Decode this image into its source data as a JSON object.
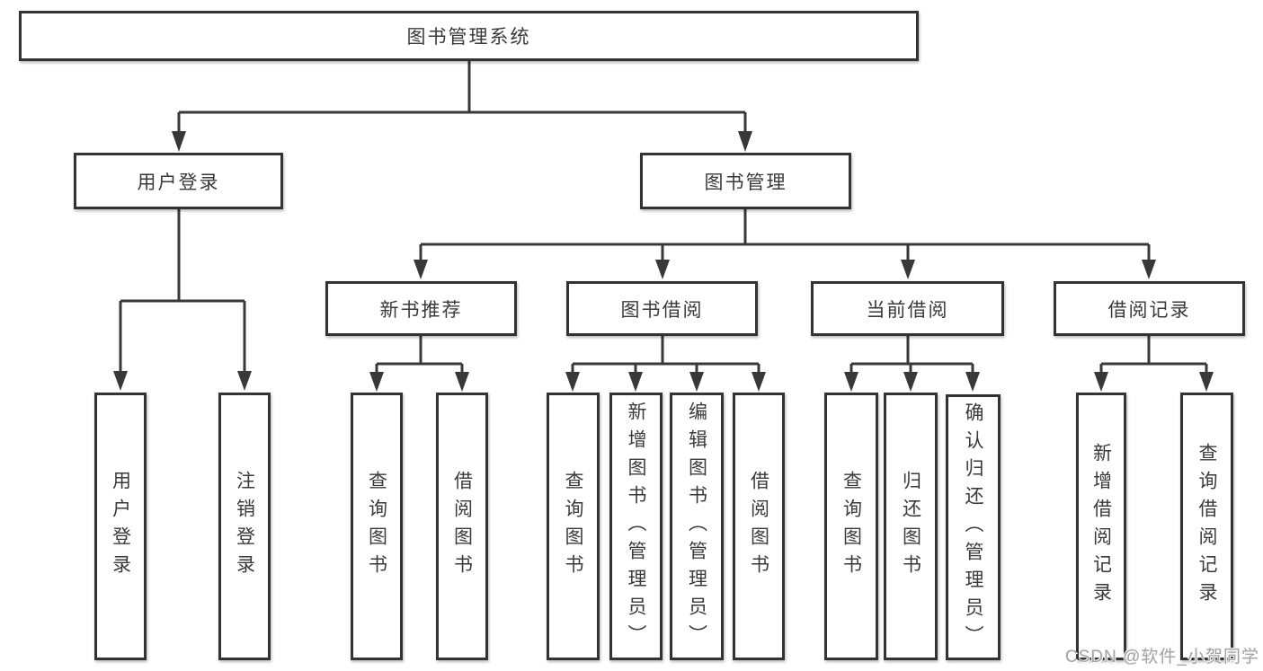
{
  "watermark": "CSDN @软件_小贺同学",
  "colors": {
    "line": "#383838",
    "box_border": "#333333",
    "box_bg": "#ffffff",
    "text": "#3a3a3a",
    "watermark": "#a3a3a3"
  },
  "tree": {
    "label": "图书管理系统",
    "children": [
      {
        "label": "用户登录",
        "children": [
          {
            "label": "用户登录"
          },
          {
            "label": "注销登录"
          }
        ]
      },
      {
        "label": "图书管理",
        "children": [
          {
            "label": "新书推荐",
            "children": [
              {
                "label": "查询图书"
              },
              {
                "label": "借阅图书"
              }
            ]
          },
          {
            "label": "图书借阅",
            "children": [
              {
                "label": "查询图书"
              },
              {
                "label": "新增图书（管理员）"
              },
              {
                "label": "编辑图书（管理员）"
              },
              {
                "label": "借阅图书"
              }
            ]
          },
          {
            "label": "当前借阅",
            "children": [
              {
                "label": "查询图书"
              },
              {
                "label": "归还图书"
              },
              {
                "label": "确认归还（管理员）"
              }
            ]
          },
          {
            "label": "借阅记录",
            "children": [
              {
                "label": "新增借阅记录"
              },
              {
                "label": "查询借阅记录"
              }
            ]
          }
        ]
      }
    ]
  }
}
